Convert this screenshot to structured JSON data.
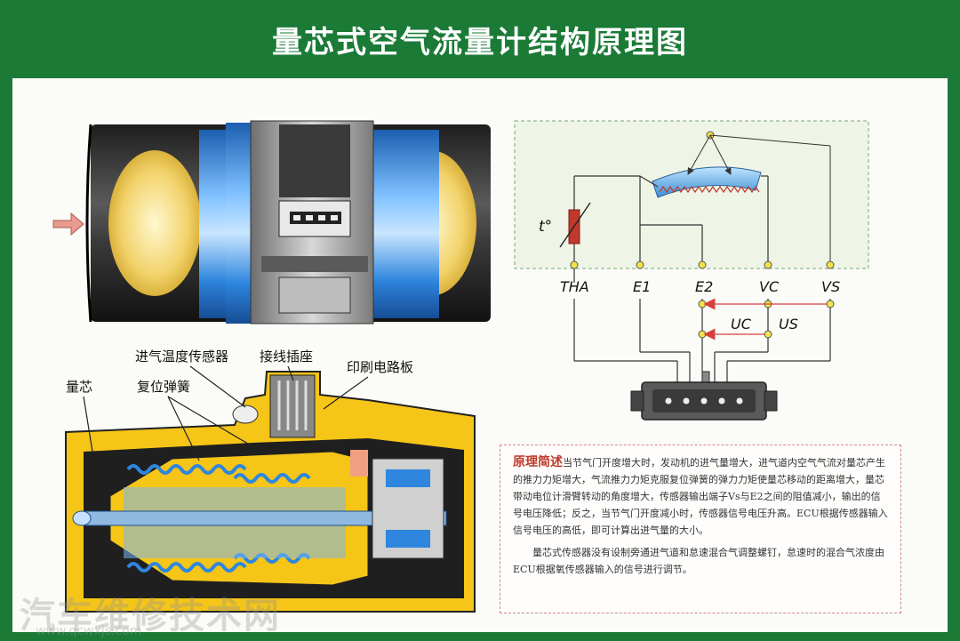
{
  "title": "量芯式空气流量计结构原理图",
  "labels": {
    "thermo": "t°",
    "terminals": [
      "THA",
      "E1",
      "E2",
      "VC",
      "VS"
    ],
    "uc": "UC",
    "us": "US",
    "intake_temp_sensor": "进气温度传感器",
    "connector_socket": "接线插座",
    "pcb": "印刷电路板",
    "core": "量芯",
    "return_spring": "复位弹簧"
  },
  "description": {
    "heading": "原理简述",
    "paragraph1": "当节气门开度增大时，发动机的进气量增大，进气道内空气气流对量芯产生的推力力矩增大，气流推力力矩克服复位弹簧的弹力力矩使量芯移动的距离增大，量芯带动电位计滑臂转动的角度增大，传感器输出端子Vs与E2之间的阻值减小，输出的信号电压降低；反之，当节气门开度减小时，传感器信号电压升高。ECU根据传感器输入信号电压的高低，即可计算出进气量的大小。",
    "paragraph2": "量芯式传感器没有设制旁通进气道和怠速混合气调整螺钉，怠速时的混合气浓度由ECU根据氧传感器输入的信号进行调节。"
  },
  "watermark": {
    "text": "汽车维修技术网",
    "url": "www.qcwxjs.com"
  },
  "colors": {
    "green": "#1a7a36",
    "blue": "#2e86de",
    "yellow": "#f5c518",
    "dark": "#2a2a2a"
  }
}
